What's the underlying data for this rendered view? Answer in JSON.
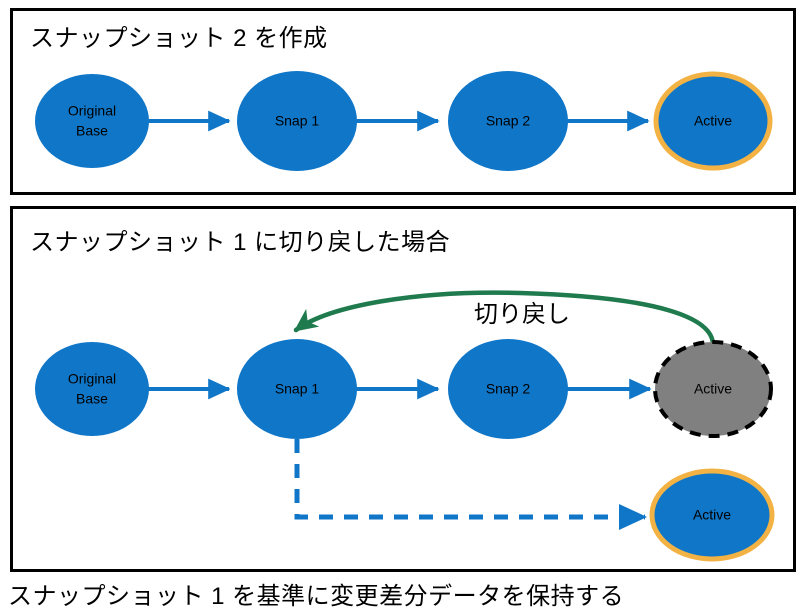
{
  "colors": {
    "node_fill_blue": "#1076C8",
    "node_fill_gray": "#808080",
    "node_stroke_orange": "#F2B244",
    "node_stroke_dashed": "#000000",
    "arrow_blue": "#1076C8",
    "arrow_green": "#1F7A4D",
    "panel_border": "#000000",
    "background": "#FFFFFF",
    "text": "#000000"
  },
  "panels": [
    {
      "id": "create-snapshot-2",
      "title": "スナップショット 2 を作成",
      "nodes": [
        {
          "id": "original-base-top",
          "label_line1": "Original",
          "label_line2": "Base",
          "style": "blue"
        },
        {
          "id": "snap1-top",
          "label_line1": "Snap 1",
          "label_line2": "",
          "style": "blue"
        },
        {
          "id": "snap2-top",
          "label_line1": "Snap 2",
          "label_line2": "",
          "style": "blue"
        },
        {
          "id": "active-top",
          "label_line1": "Active",
          "label_line2": "",
          "style": "blue-orange-outline"
        }
      ]
    },
    {
      "id": "rollback-to-snapshot-1",
      "title": "スナップショット 1 に切り戻した場合",
      "nodes": [
        {
          "id": "original-base-bottom",
          "label_line1": "Original",
          "label_line2": "Base",
          "style": "blue"
        },
        {
          "id": "snap1-bottom",
          "label_line1": "Snap 1",
          "label_line2": "",
          "style": "blue"
        },
        {
          "id": "snap2-bottom",
          "label_line1": "Snap 2",
          "label_line2": "",
          "style": "blue"
        },
        {
          "id": "active-discarded",
          "label_line1": "Active",
          "label_line2": "",
          "style": "gray-dashed-outline"
        },
        {
          "id": "active-new",
          "label_line1": "Active",
          "label_line2": "",
          "style": "blue-orange-outline"
        }
      ],
      "curve_label": "切り戻し"
    }
  ],
  "caption": "スナップショット 1 を基準に変更差分データを保持する",
  "labels": {
    "original": "Original",
    "base": "Base",
    "snap1": "Snap 1",
    "snap2": "Snap 2",
    "active": "Active",
    "rollback": "切り戻し",
    "title_top": "スナップショット 2 を作成",
    "title_bottom": "スナップショット 1 に切り戻した場合",
    "caption": "スナップショット 1 を基準に変更差分データを保持する"
  }
}
